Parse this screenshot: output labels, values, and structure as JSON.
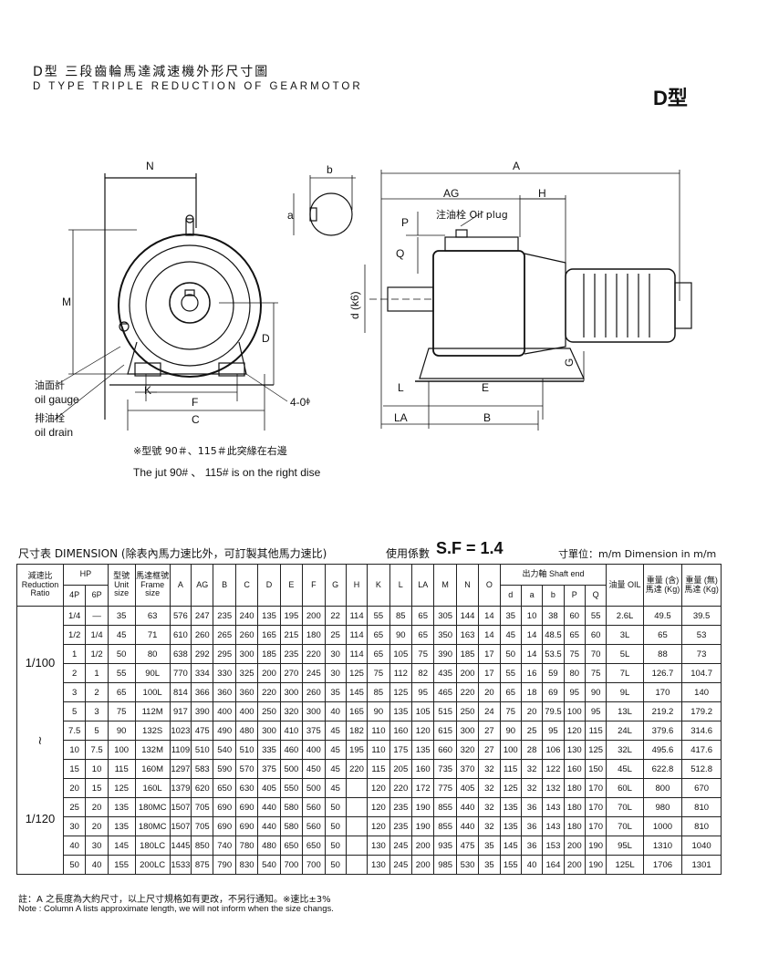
{
  "header": {
    "title_cn": "D型 三段齒輪馬達減速機外形尺寸圖",
    "title_en": "D TYPE TRIPLE REDUCTION OF GEARMOTOR",
    "type_mark": "D型"
  },
  "drawing": {
    "labels": {
      "N": "N",
      "b": "b",
      "a": "a",
      "M": "M",
      "D": "D",
      "K": "K",
      "F": "F",
      "C": "C",
      "holes": "4-0ᶲ",
      "oil_gauge_cn": "油面計",
      "oil_gauge_en": "oil gauge",
      "oil_drain_cn": "排油栓",
      "oil_drain_en": "oil drain",
      "A": "A",
      "AG": "AG",
      "H": "H",
      "P": "P",
      "Q": "Q",
      "oil_plug": "注油栓 Oil plug",
      "dk6": "d (k6)",
      "G": "G",
      "L": "L",
      "E": "E",
      "LA": "LA",
      "B": "B"
    },
    "jut_note_cn": "※型號 90＃、115＃此突緣在右邊",
    "jut_note_en": "The jut 90# 、 115# is on the right dise"
  },
  "dimension": {
    "title": "尺寸表 DIMENSION (除表內馬力速比外，可訂製其他馬力速比)",
    "sf_label": "使用係數",
    "sf_value": "S.F = 1.4",
    "unit": "寸單位：m/m Dimension in m/m",
    "headers": {
      "ratio": "減速比 Reduction Ratio",
      "hp": "HP",
      "p4": "4P",
      "p6": "6P",
      "unit_size": "型號 Unit size",
      "frame_size": "馬達框號 Frame size",
      "cols": [
        "A",
        "AG",
        "B",
        "C",
        "D",
        "E",
        "F",
        "G",
        "H",
        "K",
        "L",
        "LA",
        "M",
        "N",
        "O"
      ],
      "shaft_end": "出力軸 Shaft end",
      "shaft_cols": [
        "d",
        "a",
        "b",
        "P",
        "Q"
      ],
      "oil": "油量 OIL",
      "weight_with": "重量 (含) 馬達 (Kg)",
      "weight_without": "重量 (無) 馬達 (Kg)"
    },
    "ratio_labels": [
      "1/100",
      "≀",
      "1/120"
    ],
    "rows": [
      [
        "1/4",
        "—",
        "35",
        "63",
        "576",
        "247",
        "235",
        "240",
        "135",
        "195",
        "200",
        "22",
        "114",
        "55",
        "85",
        "65",
        "305",
        "144",
        "14",
        "35",
        "10",
        "38",
        "60",
        "55",
        "2.6L",
        "49.5",
        "39.5"
      ],
      [
        "1/2",
        "1/4",
        "45",
        "71",
        "610",
        "260",
        "265",
        "260",
        "165",
        "215",
        "180",
        "25",
        "114",
        "65",
        "90",
        "65",
        "350",
        "163",
        "14",
        "45",
        "14",
        "48.5",
        "65",
        "60",
        "3L",
        "65",
        "53"
      ],
      [
        "1",
        "1/2",
        "50",
        "80",
        "638",
        "292",
        "295",
        "300",
        "185",
        "235",
        "220",
        "30",
        "114",
        "65",
        "105",
        "75",
        "390",
        "185",
        "17",
        "50",
        "14",
        "53.5",
        "75",
        "70",
        "5L",
        "88",
        "73"
      ],
      [
        "2",
        "1",
        "55",
        "90L",
        "770",
        "334",
        "330",
        "325",
        "200",
        "270",
        "245",
        "30",
        "125",
        "75",
        "112",
        "82",
        "435",
        "200",
        "17",
        "55",
        "16",
        "59",
        "80",
        "75",
        "7L",
        "126.7",
        "104.7"
      ],
      [
        "3",
        "2",
        "65",
        "100L",
        "814",
        "366",
        "360",
        "360",
        "220",
        "300",
        "260",
        "35",
        "145",
        "85",
        "125",
        "95",
        "465",
        "220",
        "20",
        "65",
        "18",
        "69",
        "95",
        "90",
        "9L",
        "170",
        "140"
      ],
      [
        "5",
        "3",
        "75",
        "112M",
        "917",
        "390",
        "400",
        "400",
        "250",
        "320",
        "300",
        "40",
        "165",
        "90",
        "135",
        "105",
        "515",
        "250",
        "24",
        "75",
        "20",
        "79.5",
        "100",
        "95",
        "13L",
        "219.2",
        "179.2"
      ],
      [
        "7.5",
        "5",
        "90",
        "132S",
        "1023",
        "475",
        "490",
        "480",
        "300",
        "410",
        "375",
        "45",
        "182",
        "110",
        "160",
        "120",
        "615",
        "300",
        "27",
        "90",
        "25",
        "95",
        "120",
        "115",
        "24L",
        "379.6",
        "314.6"
      ],
      [
        "10",
        "7.5",
        "100",
        "132M",
        "1109",
        "510",
        "540",
        "510",
        "335",
        "460",
        "400",
        "45",
        "195",
        "110",
        "175",
        "135",
        "660",
        "320",
        "27",
        "100",
        "28",
        "106",
        "130",
        "125",
        "32L",
        "495.6",
        "417.6"
      ],
      [
        "15",
        "10",
        "115",
        "160M",
        "1297",
        "583",
        "590",
        "570",
        "375",
        "500",
        "450",
        "45",
        "220",
        "115",
        "205",
        "160",
        "735",
        "370",
        "32",
        "115",
        "32",
        "122",
        "160",
        "150",
        "45L",
        "622.8",
        "512.8"
      ],
      [
        "20",
        "15",
        "125",
        "160L",
        "1379",
        "620",
        "650",
        "630",
        "405",
        "550",
        "500",
        "45",
        "",
        "120",
        "220",
        "172",
        "775",
        "405",
        "32",
        "125",
        "32",
        "132",
        "180",
        "170",
        "60L",
        "800",
        "670"
      ],
      [
        "25",
        "20",
        "135",
        "180MC",
        "1507",
        "705",
        "690",
        "690",
        "440",
        "580",
        "560",
        "50",
        "",
        "120",
        "235",
        "190",
        "855",
        "440",
        "32",
        "135",
        "36",
        "143",
        "180",
        "170",
        "70L",
        "980",
        "810"
      ],
      [
        "30",
        "20",
        "135",
        "180MC",
        "1507",
        "705",
        "690",
        "690",
        "440",
        "580",
        "560",
        "50",
        "",
        "120",
        "235",
        "190",
        "855",
        "440",
        "32",
        "135",
        "36",
        "143",
        "180",
        "170",
        "70L",
        "1000",
        "810"
      ],
      [
        "40",
        "30",
        "145",
        "180LC",
        "1445",
        "850",
        "740",
        "780",
        "480",
        "650",
        "650",
        "50",
        "",
        "130",
        "245",
        "200",
        "935",
        "475",
        "35",
        "145",
        "36",
        "153",
        "200",
        "190",
        "95L",
        "1310",
        "1040"
      ],
      [
        "50",
        "40",
        "155",
        "200LC",
        "1533",
        "875",
        "790",
        "830",
        "540",
        "700",
        "700",
        "50",
        "",
        "130",
        "245",
        "200",
        "985",
        "530",
        "35",
        "155",
        "40",
        "164",
        "200",
        "190",
        "125L",
        "1706",
        "1301"
      ]
    ]
  },
  "notes": {
    "cn": "註：A 之長度為大約尺寸，以上尺寸規格如有更改，不另行通知。※速比±3%",
    "en": "Note : Column A lists approximate length, we will not inform when the size changs."
  }
}
